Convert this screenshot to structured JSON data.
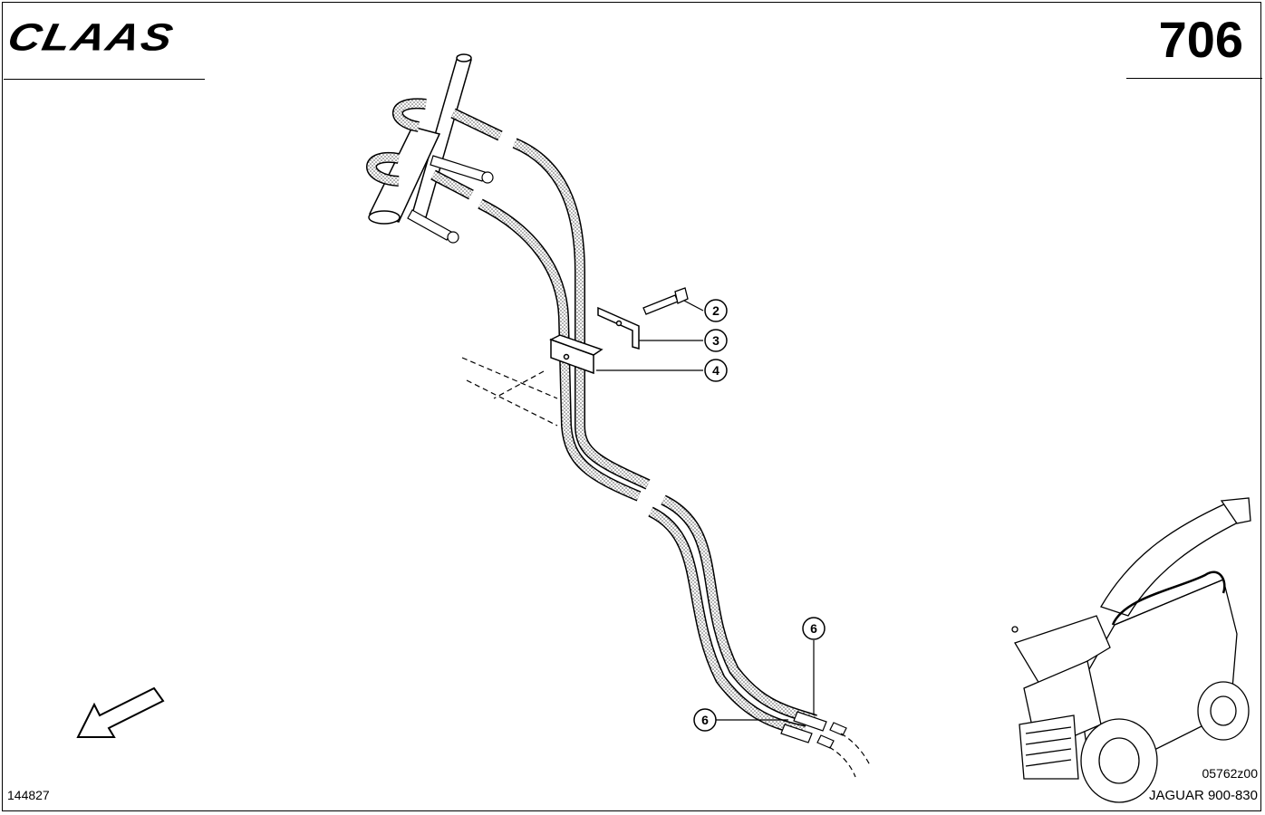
{
  "header": {
    "brand_logo": "CLAAS",
    "page_number": "706"
  },
  "footer": {
    "drawing_id": "144827",
    "illustration_code": "05762z00",
    "model": "JAGUAR 900-830"
  },
  "callouts": [
    {
      "label": "2"
    },
    {
      "label": "3"
    },
    {
      "label": "4"
    },
    {
      "label": "6"
    },
    {
      "label": "6"
    }
  ],
  "icons": {
    "direction": "direction-arrow-icon",
    "machine": "forage-harvester-icon"
  }
}
